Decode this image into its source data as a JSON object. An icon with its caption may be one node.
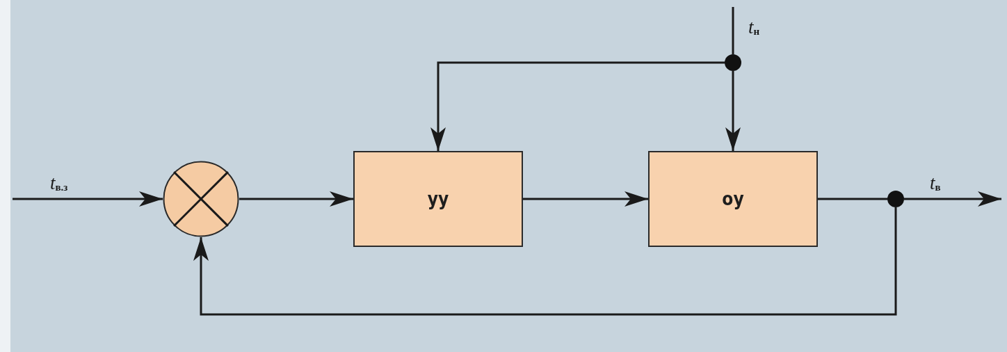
{
  "diagram": {
    "nodes": [
      {
        "text": [],
        "shape": "circle"
      },
      {
        "text": [
          "уу"
        ]
      },
      {
        "text": [
          "оу"
        ]
      },
      {
        "text": [],
        "shape": "dot"
      },
      {
        "text": [],
        "shape": "dot"
      }
    ],
    "edges": [
      {
        "from": null,
        "to": 0,
        "arrow": "to",
        "label": "*t*$_{в.з}$"
      },
      {
        "from": 0,
        "to": 1,
        "arrow": "to"
      },
      {
        "from": 1,
        "to": 2,
        "arrow": "to"
      },
      {
        "from": 2,
        "to": 4,
        "arrow": "none"
      },
      {
        "from": 4,
        "to": null,
        "arrow": "to",
        "label": "*t*$_{в}$"
      },
      {
        "from": 4,
        "to": 0,
        "arrow": "to"
      },
      {
        "from": null,
        "to": 3,
        "arrow": "none",
        "label": "*t*$_{н}$"
      },
      {
        "from": 3,
        "to": 2,
        "arrow": "to"
      },
      {
        "from": 3,
        "to": 1,
        "arrow": "to"
      }
    ]
  }
}
